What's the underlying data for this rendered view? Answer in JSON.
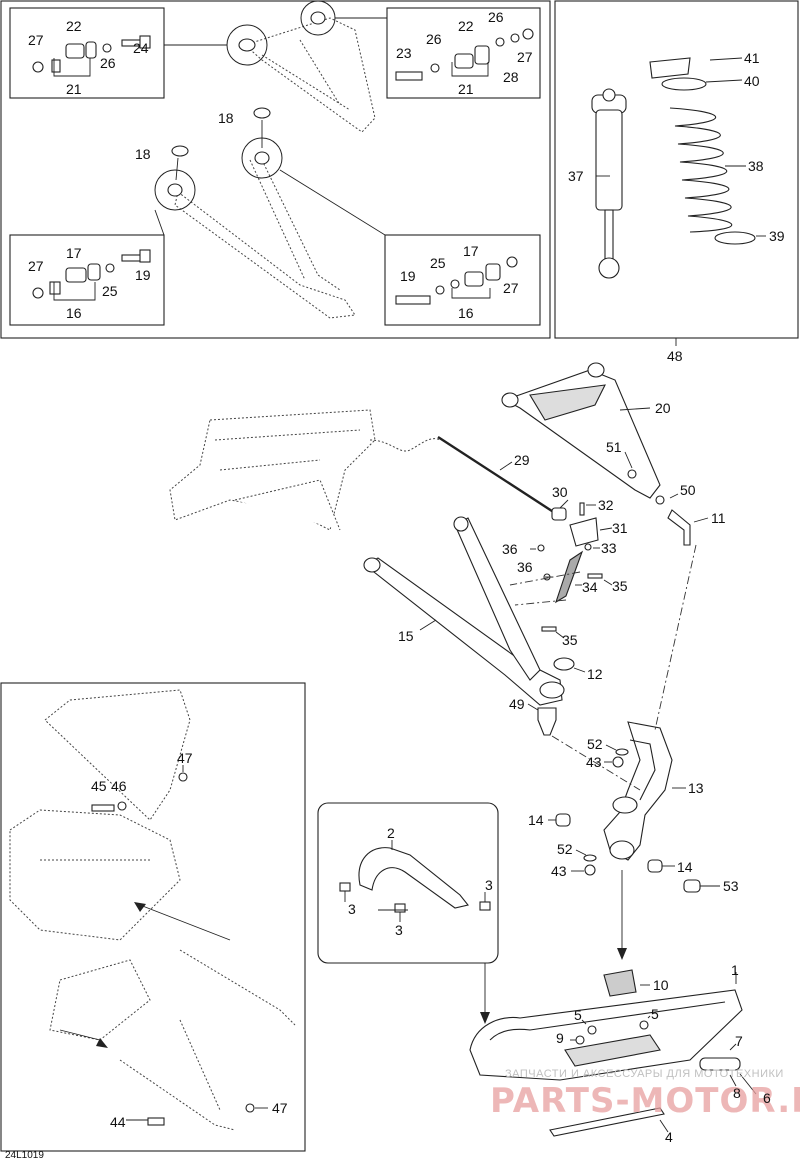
{
  "diagram": {
    "code": "24L1019",
    "watermark_top": "ЗАПЧАСТИ И АКСЕССУАРЫ ДЛЯ МОТОТЕХНИКИ",
    "watermark_main": "PARTS-MOTOR.RU",
    "labels": {
      "p1": "1",
      "p2": "2",
      "p3a": "3",
      "p3b": "3",
      "p3c": "3",
      "p4": "4",
      "p5a": "5",
      "p5b": "5",
      "p6": "6",
      "p7": "7",
      "p8": "8",
      "p9": "9",
      "p10": "10",
      "p11": "11",
      "p12": "12",
      "p13": "13",
      "p14a": "14",
      "p14b": "14",
      "p15": "15",
      "p16a": "16",
      "p16b": "16",
      "p17a": "17",
      "p17b": "17",
      "p18a": "18",
      "p18b": "18",
      "p19a": "19",
      "p19b": "19",
      "p20": "20",
      "p21a": "21",
      "p21b": "21",
      "p22a": "22",
      "p22b": "22",
      "p23": "23",
      "p24": "24",
      "p25a": "25",
      "p25b": "25",
      "p26a": "26",
      "p26b": "26",
      "p26c": "26",
      "p27a": "27",
      "p27b": "27",
      "p27c": "27",
      "p27d": "27",
      "p28": "28",
      "p29": "29",
      "p30": "30",
      "p31": "31",
      "p32": "32",
      "p33": "33",
      "p34": "34",
      "p35a": "35",
      "p35b": "35",
      "p36a": "36",
      "p36b": "36",
      "p37": "37",
      "p38": "38",
      "p39": "39",
      "p40": "40",
      "p41": "41",
      "p43a": "43",
      "p43b": "43",
      "p44": "44",
      "p45": "45",
      "p46": "46",
      "p47a": "47",
      "p47b": "47",
      "p48": "48",
      "p49": "49",
      "p50": "50",
      "p51": "51",
      "p52a": "52",
      "p52b": "52",
      "p53": "53"
    }
  }
}
